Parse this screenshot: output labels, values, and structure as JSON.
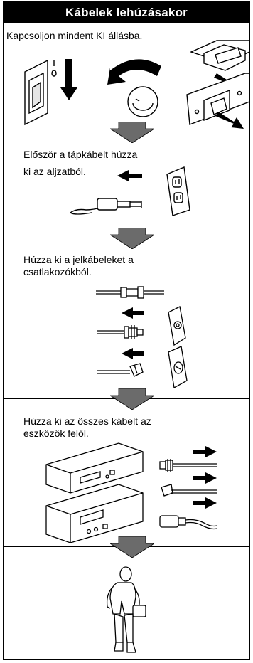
{
  "title": "Kábelek lehúzásakor",
  "steps": [
    {
      "lines": [
        "Kapcsoljon mindent KI állásba."
      ]
    },
    {
      "lines": [
        "Először a tápkábelt húzza",
        "ki az aljzatból."
      ]
    },
    {
      "lines": [
        "Húzza ki a jelkábeleket a",
        "csatlakozókból."
      ]
    },
    {
      "lines": [
        "Húzza ki az összes kábelt az",
        "eszközök felől."
      ]
    }
  ],
  "colors": {
    "ink": "#000000",
    "arrow_fill": "#6b6b6b",
    "paper": "#ffffff"
  }
}
